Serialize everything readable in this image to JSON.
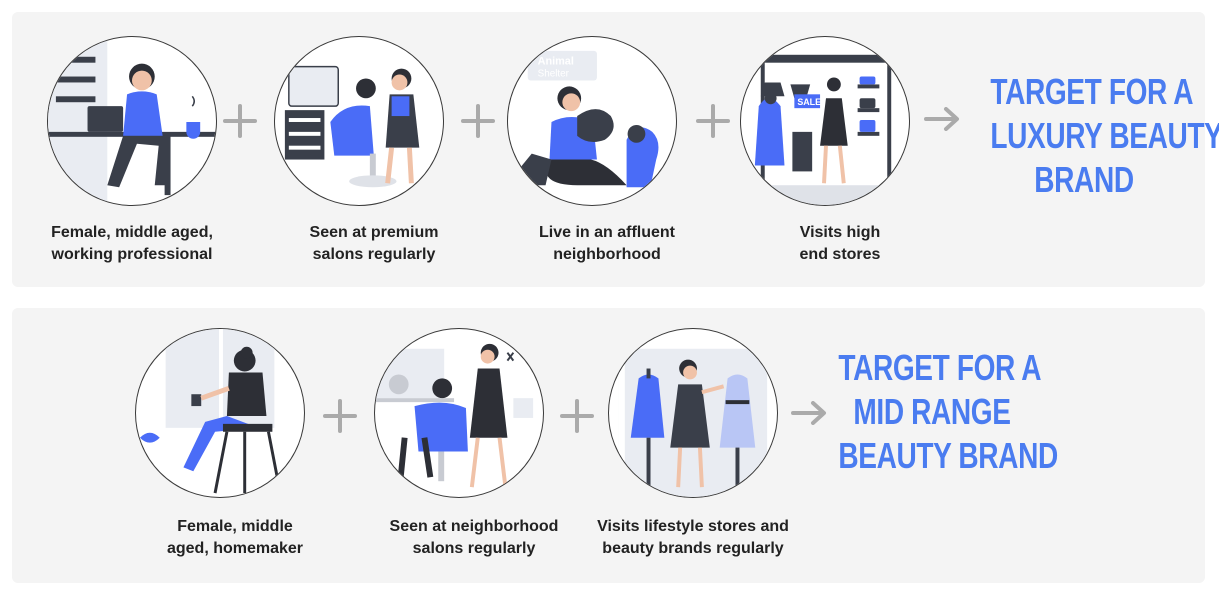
{
  "colors": {
    "accent": "#4a7cf0",
    "illustration_blue": "#4a6cf7",
    "dark": "#3a3f4a",
    "panel_bg": "#f4f4f4",
    "connector": "#aaaaaa"
  },
  "rows": [
    {
      "items": [
        {
          "caption": [
            "Female, middle aged,",
            "working professional"
          ],
          "illustration": "woman-working-at-laptop"
        },
        {
          "caption": [
            "Seen at premium",
            "salons regularly"
          ],
          "illustration": "premium-salon"
        },
        {
          "caption": [
            "Live in an affluent",
            "neighborhood"
          ],
          "illustration": "man-with-dogs",
          "sign_text": [
            "Animal",
            "Shelter"
          ]
        },
        {
          "caption": [
            "Visits high",
            "end stores"
          ],
          "illustration": "high-end-store-shopping",
          "sign_text": "SALE"
        }
      ],
      "target": [
        "TARGET FOR A",
        "LUXURY BEAUTY",
        "BRAND"
      ]
    },
    {
      "items": [
        {
          "caption": [
            "Female, middle",
            "aged, homemaker"
          ],
          "illustration": "woman-with-coffee-at-window"
        },
        {
          "caption": [
            "Seen at neighborhood",
            "salons regularly"
          ],
          "illustration": "neighborhood-salon"
        },
        {
          "caption": [
            "Visits lifestyle stores and",
            "beauty brands regularly"
          ],
          "illustration": "lifestyle-store-dresses"
        }
      ],
      "target": [
        "TARGET FOR A",
        "MID RANGE",
        "BEAUTY BRAND"
      ]
    }
  ]
}
